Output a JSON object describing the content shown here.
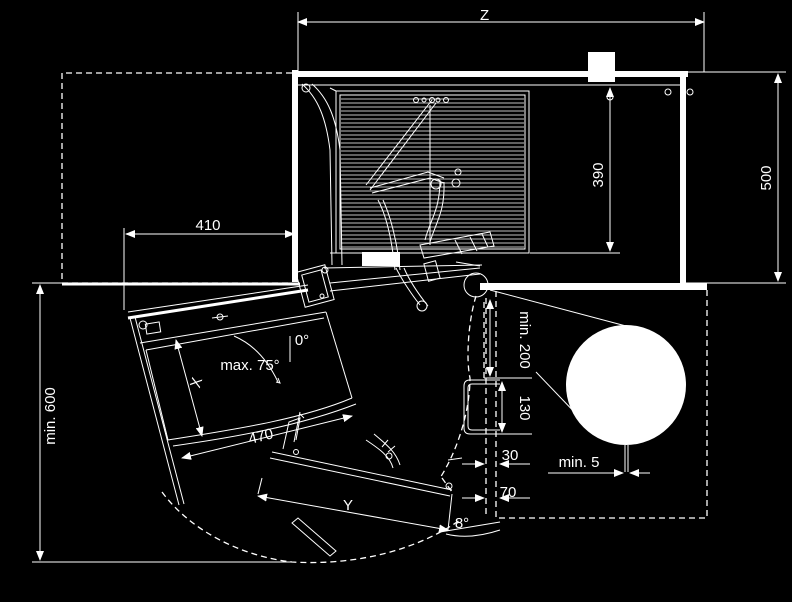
{
  "dimensions": {
    "z": "Z",
    "d500": "500",
    "d390": "390",
    "d410": "410",
    "min200": "min. 200",
    "d130": "130",
    "d30": "30",
    "d70": "70",
    "min5": "min. 5",
    "min600": "min. 600",
    "d470": "470",
    "x": "X",
    "y": "Y",
    "max75": "max. 75°",
    "zero": "0°",
    "eight": "8°"
  },
  "colors": {
    "background": "#000000",
    "lines": "#ffffff"
  }
}
